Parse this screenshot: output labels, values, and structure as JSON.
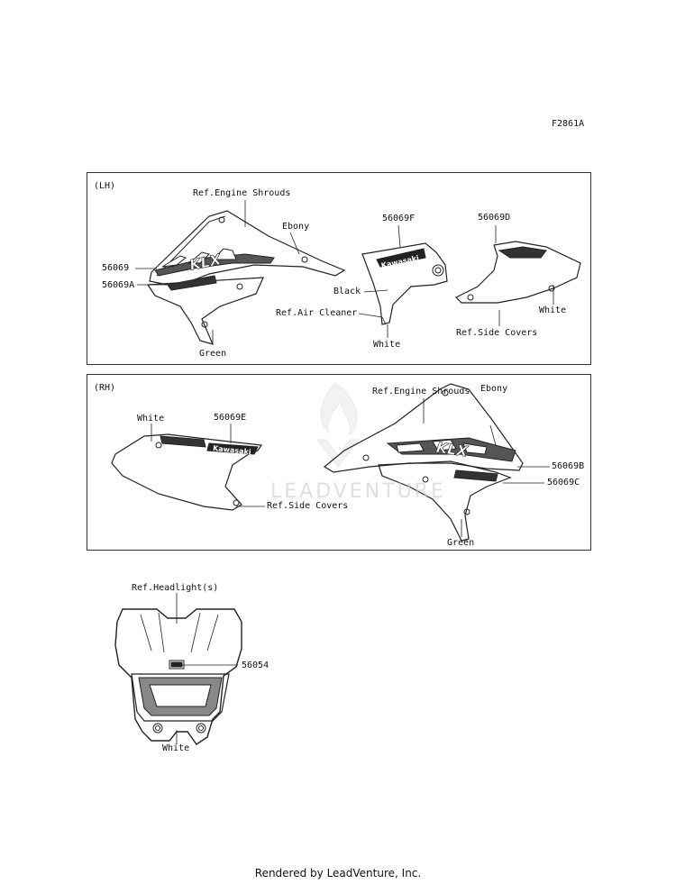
{
  "figure_code": "F2861A",
  "lh": {
    "tag": "(LH)",
    "ref_engine_shrouds": "Ref.Engine Shrouds",
    "ebony": "Ebony",
    "part_56069": "56069",
    "part_56069A": "56069A",
    "green": "Green",
    "part_56069F": "56069F",
    "black": "Black",
    "ref_air_cleaner": "Ref.Air Cleaner",
    "white_f": "White",
    "part_56069D": "56069D",
    "white_d": "White",
    "ref_side_covers": "Ref.Side Covers"
  },
  "rh": {
    "tag": "(RH)",
    "white_e": "White",
    "part_56069E": "56069E",
    "ref_side_covers": "Ref.Side Covers",
    "ref_engine_shrouds": "Ref.Engine Shrouds",
    "ebony": "Ebony",
    "part_56069B": "56069B",
    "part_56069C": "56069C",
    "green": "Green"
  },
  "headlight": {
    "ref_headlights": "Ref.Headlight(s)",
    "part_56054": "56054",
    "white": "White"
  },
  "decal_text": {
    "kawasaki": "Kawasaki",
    "klx": "KLX"
  },
  "watermark": "LEADVENTURE",
  "footer": "Rendered by LeadVenture, Inc."
}
